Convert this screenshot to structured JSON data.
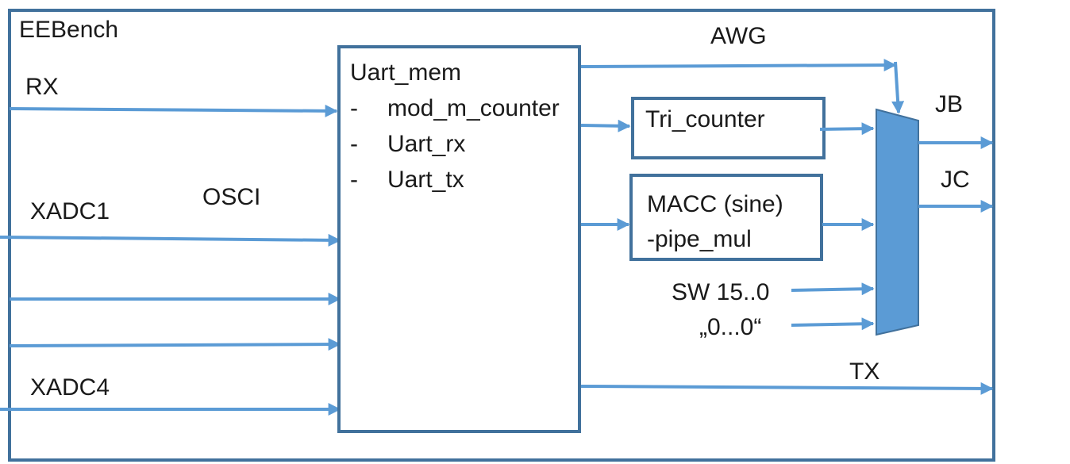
{
  "outer": {
    "title": "EEBench"
  },
  "inputs": {
    "rx": "RX",
    "xadc1": "XADC1",
    "osci": "OSCI",
    "xadc4": "XADC4"
  },
  "uart_mem": {
    "title": "Uart_mem",
    "bullet": "-",
    "items": [
      "mod_m_counter",
      "Uart_rx",
      "Uart_tx"
    ]
  },
  "awg": {
    "label": "AWG"
  },
  "tri_counter": {
    "label": "Tri_counter"
  },
  "macc": {
    "line1": "MACC (sine)",
    "line2": "-pipe_mul"
  },
  "mux_inputs": {
    "sw": "SW 15..0",
    "zeros": "„0...0“"
  },
  "outputs": {
    "jb": "JB",
    "jc": "JC",
    "tx": "TX"
  },
  "colors": {
    "border": "#41719c",
    "wire": "#5b9bd5",
    "mux_fill": "#5b9bd5"
  }
}
